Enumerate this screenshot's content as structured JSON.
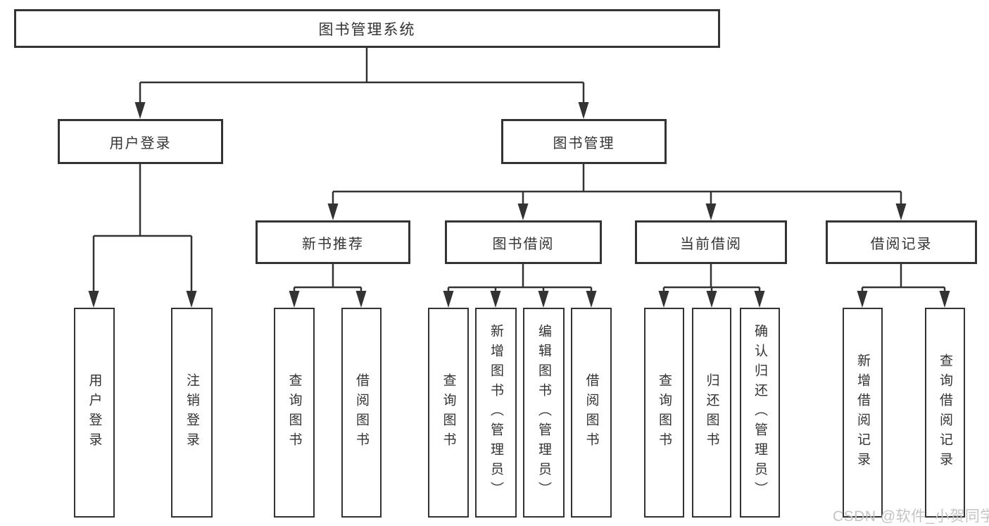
{
  "colors": {
    "line": "#333333",
    "box_border": "#333333",
    "text": "#333333",
    "background": "#ffffff",
    "watermark": "#c4c4c4"
  },
  "watermark": {
    "text": "CSDN @软件_小贺同学"
  },
  "tree": {
    "root": "图书管理系统",
    "children": [
      {
        "label": "用户登录",
        "children": [
          {
            "label": "用户登录"
          },
          {
            "label": "注销登录"
          }
        ]
      },
      {
        "label": "图书管理",
        "children": [
          {
            "label": "新书推荐",
            "children": [
              {
                "label": "查询图书"
              },
              {
                "label": "借阅图书"
              }
            ]
          },
          {
            "label": "图书借阅",
            "children": [
              {
                "label": "查询图书"
              },
              {
                "label": "新增图书（管理员）"
              },
              {
                "label": "编辑图书（管理员）"
              },
              {
                "label": "借阅图书"
              }
            ]
          },
          {
            "label": "当前借阅",
            "children": [
              {
                "label": "查询图书"
              },
              {
                "label": "归还图书"
              },
              {
                "label": "确认归还（管理员）"
              }
            ]
          },
          {
            "label": "借阅记录",
            "children": [
              {
                "label": "新增借阅记录"
              },
              {
                "label": "查询借阅记录"
              }
            ]
          }
        ]
      }
    ]
  }
}
